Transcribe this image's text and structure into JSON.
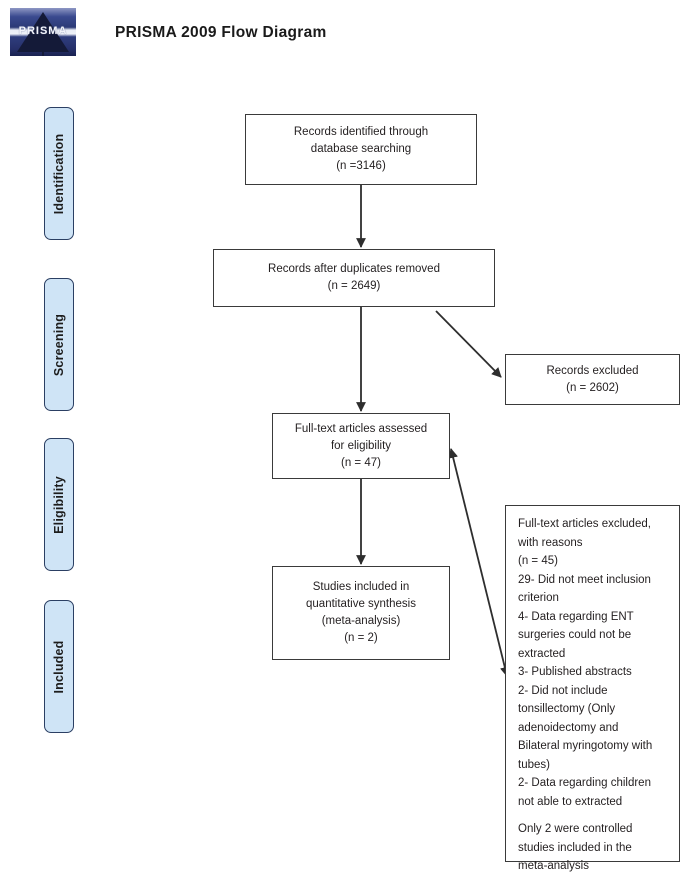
{
  "header": {
    "title": "PRISMA 2009 Flow Diagram",
    "logo_word": "PRISMA",
    "logo_name": "prisma-logo"
  },
  "stages": [
    {
      "id": "identification",
      "label": "Identification"
    },
    {
      "id": "screening",
      "label": "Screening"
    },
    {
      "id": "eligibility",
      "label": "Eligibility"
    },
    {
      "id": "included",
      "label": "Included"
    }
  ],
  "boxes": {
    "records_identified": {
      "name": "records-identified-box",
      "lines": [
        "Records identified through",
        "database searching",
        "(n =3146)"
      ]
    },
    "records_after_duplicates": {
      "name": "records-after-duplicates-box",
      "lines": [
        "Records after duplicates removed",
        "(n = 2649)"
      ]
    },
    "records_excluded": {
      "name": "records-excluded-box",
      "lines": [
        "Records excluded",
        "(n = 2602)"
      ]
    },
    "fulltext_assessed": {
      "name": "fulltext-assessed-box",
      "lines": [
        "Full-text articles assessed",
        "for eligibility",
        "(n = 47)"
      ]
    },
    "studies_included": {
      "name": "studies-included-box",
      "lines": [
        "Studies included in",
        "quantitative synthesis",
        "(meta-analysis)",
        "(n = 2)"
      ]
    },
    "fulltext_excluded": {
      "name": "fulltext-excluded-reasons-box",
      "lines": [
        "Full-text articles excluded,",
        "with reasons",
        "(n = 45)",
        "29- Did not meet inclusion",
        "criterion",
        "4- Data regarding ENT",
        "surgeries could not be",
        "extracted",
        "3- Published abstracts",
        "2- Did not include",
        "tonsillectomy (Only",
        "adenoidectomy and",
        "Bilateral myringotomy with",
        "tubes)",
        "2- Data regarding children",
        "not able to extracted",
        "",
        "Only 2 were controlled",
        "studies included in the",
        "meta-analysis"
      ]
    }
  },
  "colors": {
    "stage_fill": "#cfe4f6",
    "stage_border": "#2b3f63",
    "box_border": "#3a3a3a",
    "text": "#231f20",
    "connector": "#2e2e2e"
  },
  "connectors": [
    {
      "name": "arrow-identified-to-duplicates",
      "kind": "vertical-arrow"
    },
    {
      "name": "arrow-duplicates-to-excluded",
      "kind": "diagonal-arrow"
    },
    {
      "name": "arrow-duplicates-to-fulltext",
      "kind": "vertical-arrow"
    },
    {
      "name": "arrow-fulltext-to-reasons",
      "kind": "diagonal-double-arrow"
    },
    {
      "name": "arrow-fulltext-to-included",
      "kind": "vertical-arrow"
    }
  ]
}
